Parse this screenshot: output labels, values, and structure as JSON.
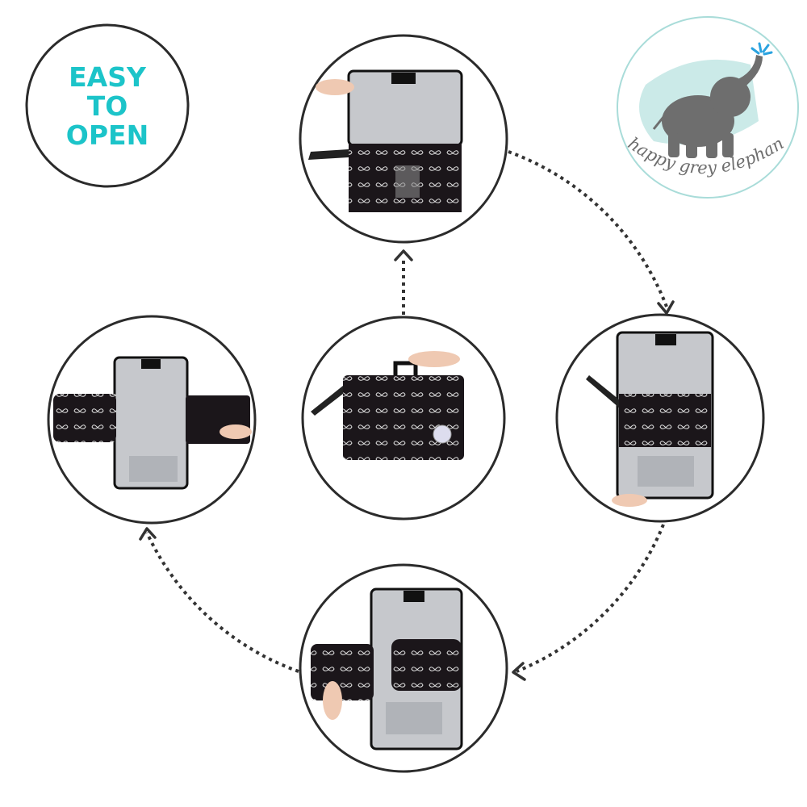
{
  "badge": {
    "lines": [
      "EASY",
      "TO",
      "OPEN"
    ]
  },
  "logo": {
    "text": "happy grey elephant"
  },
  "colors": {
    "accent": "#1cc4c9",
    "outline": "#2b2b2b",
    "logo_wash": "#a9dcd9",
    "elephant": "#6e6e6e",
    "water": "#2aa3e0"
  },
  "steps": [
    {
      "name": "closed-bag"
    },
    {
      "name": "flap-opened"
    },
    {
      "name": "mat-unfolded-top"
    },
    {
      "name": "side-pocket-opened"
    },
    {
      "name": "fully-opened"
    }
  ]
}
